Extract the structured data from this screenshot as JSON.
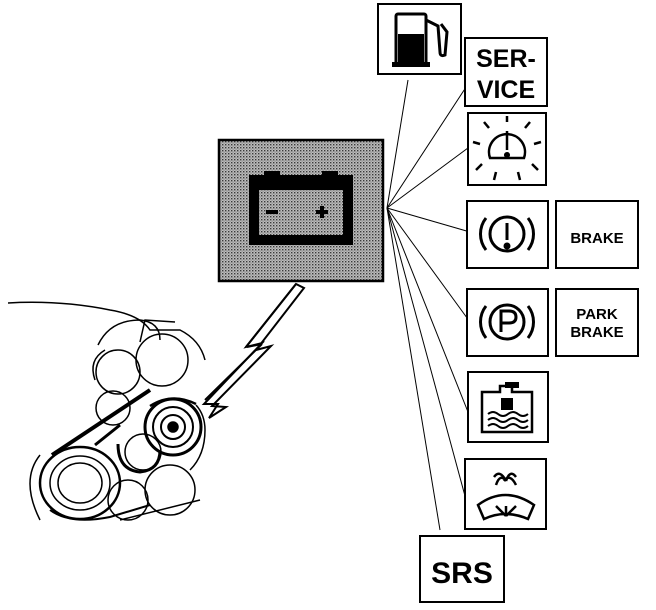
{
  "labels": {
    "service_line1": "SER-",
    "service_line2": "VICE",
    "brake": "BRAKE",
    "park_line1": "PARK",
    "park_line2": "BRAKE",
    "srs": "SRS"
  },
  "icons": [
    "fuel-pump-icon",
    "service-indicator",
    "bulb-warning-icon",
    "brake-warning-icon",
    "parking-brake-icon",
    "coolant-level-icon",
    "washer-fluid-icon",
    "srs-indicator",
    "battery-charge-icon"
  ],
  "colors": {
    "ink": "#000000",
    "paper": "#ffffff",
    "shade": "#8a8a8a"
  }
}
